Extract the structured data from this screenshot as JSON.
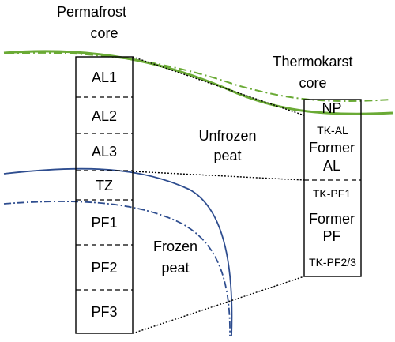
{
  "permafrost_core": {
    "title_line1": "Permafrost",
    "title_line2": "core",
    "layers": [
      "AL1",
      "AL2",
      "AL3",
      "TZ",
      "PF1",
      "PF2",
      "PF3"
    ]
  },
  "thermokarst_core": {
    "title_line1": "Thermokarst",
    "title_line2": "core",
    "np_label": "NP",
    "tk_al_label": "TK-AL",
    "former_al_line1": "Former",
    "former_al_line2": "AL",
    "tk_pf1_label": "TK-PF1",
    "former_pf_line1": "Former",
    "former_pf_line2": "PF",
    "tk_pf23_label": "TK-PF2/3"
  },
  "regions": {
    "unfrozen_line1": "Unfrozen",
    "unfrozen_line2": "peat",
    "frozen_line1": "Frozen",
    "frozen_line2": "peat"
  },
  "colors": {
    "ground_surface": "#6aaa35",
    "thaw_front": "#2e4d8f",
    "outline": "#000000"
  }
}
